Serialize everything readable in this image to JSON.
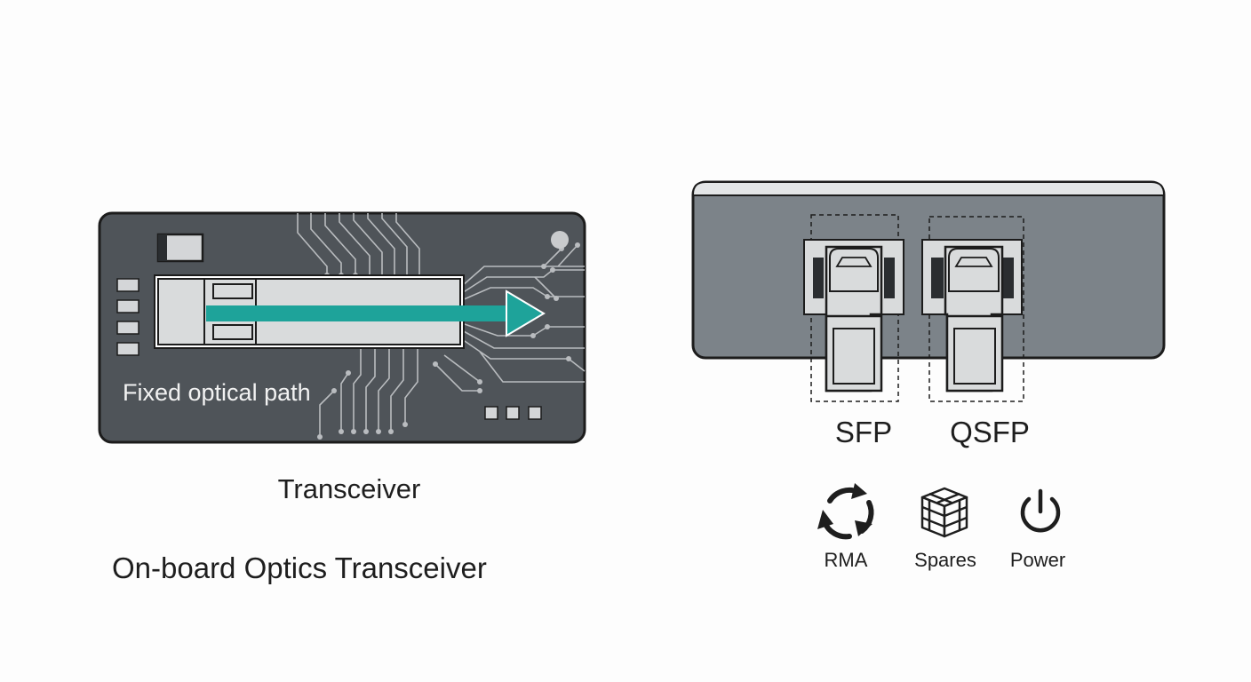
{
  "left": {
    "board_label": "Fixed optical path",
    "caption": "Transceiver",
    "title": "On-board Optics Transceiver"
  },
  "right": {
    "ports": [
      {
        "label": "SFP"
      },
      {
        "label": "QSFP"
      }
    ],
    "icons": [
      {
        "icon": "rma-recycle-icon",
        "label": "RMA"
      },
      {
        "icon": "spares-box-icon",
        "label": "Spares"
      },
      {
        "icon": "power-icon",
        "label": "Power"
      }
    ]
  },
  "colors": {
    "board": "#4f5459",
    "chassis": "#7c8389",
    "module": "#d9dbdc",
    "accent": "#1ea39a",
    "text": "#1e1e1e"
  }
}
